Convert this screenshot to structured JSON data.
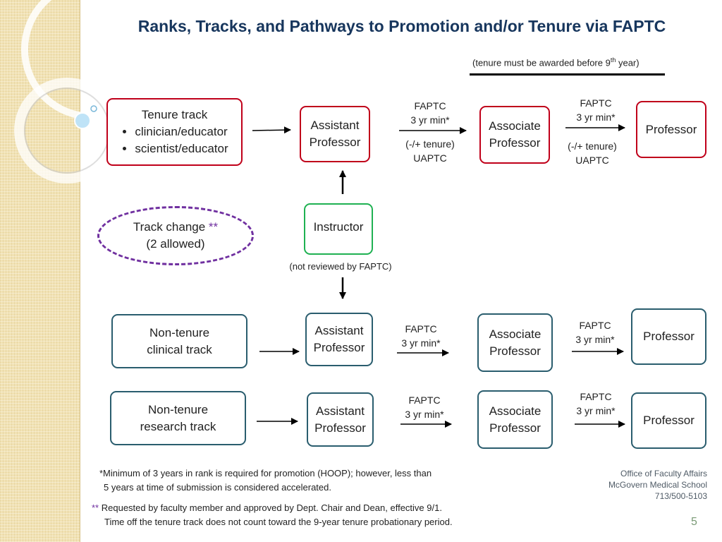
{
  "title": "Ranks, Tracks, and Pathways to Promotion and/or Tenure via FAPTC",
  "tenure_note": {
    "prefix": "(tenure must be awarded before 9",
    "sup": "th",
    "suffix": " year)"
  },
  "tenure_track": {
    "heading": "Tenure track",
    "items": [
      "clinician/educator",
      "scientist/educator"
    ],
    "assistant": [
      "Assistant",
      "Professor"
    ],
    "associate": [
      "Associate",
      "Professor"
    ],
    "professor": "Professor",
    "step1": {
      "line1": "FAPTC",
      "line2": "3 yr min*",
      "line3": "(-/+ tenure)",
      "line4": "UAPTC"
    },
    "step2": {
      "line1": "FAPTC",
      "line2": "3 yr min*",
      "line3": "(-/+ tenure)",
      "line4": "UAPTC"
    }
  },
  "instructor": {
    "label": "Instructor",
    "note": "(not reviewed by FAPTC)"
  },
  "track_change": {
    "line1": "Track change ",
    "stars": "**",
    "line2": "(2 allowed)"
  },
  "clinical_track": {
    "heading": [
      "Non-tenure",
      "clinical track"
    ],
    "assistant": [
      "Assistant",
      "Professor"
    ],
    "associate": [
      "Associate",
      "Professor"
    ],
    "professor": "Professor",
    "step1": {
      "line1": "FAPTC",
      "line2": "3 yr min*"
    },
    "step2": {
      "line1": "FAPTC",
      "line2": "3 yr min*"
    }
  },
  "research_track": {
    "heading": [
      "Non-tenure",
      "research track"
    ],
    "assistant": [
      "Assistant",
      "Professor"
    ],
    "associate": [
      "Associate",
      "Professor"
    ],
    "professor": "Professor",
    "step1": {
      "line1": "FAPTC",
      "line2": "3 yr min*"
    },
    "step2": {
      "line1": "FAPTC",
      "line2": "3 yr min*"
    }
  },
  "footnotes": {
    "star_line1": "*Minimum of 3 years in rank is required for promotion (HOOP); however, less than",
    "star_line2": "5 years at time of submission is considered accelerated.",
    "double_mark": "**",
    "double_line1": " Requested by faculty member and approved by Dept. Chair and Dean, effective 9/1.",
    "double_line2": "Time off the tenure track  does not count toward the 9-year tenure probationary period."
  },
  "office": {
    "line1": "Office of Faculty Affairs",
    "line2": "McGovern Medical School",
    "line3": "713/500-5103"
  },
  "page_number": "5",
  "colors": {
    "tenure_border": "#c0001a",
    "instructor_border": "#1fb152",
    "nontenure_border": "#2a5d6e",
    "track_change_border": "#7030a0",
    "title": "#17365d"
  }
}
